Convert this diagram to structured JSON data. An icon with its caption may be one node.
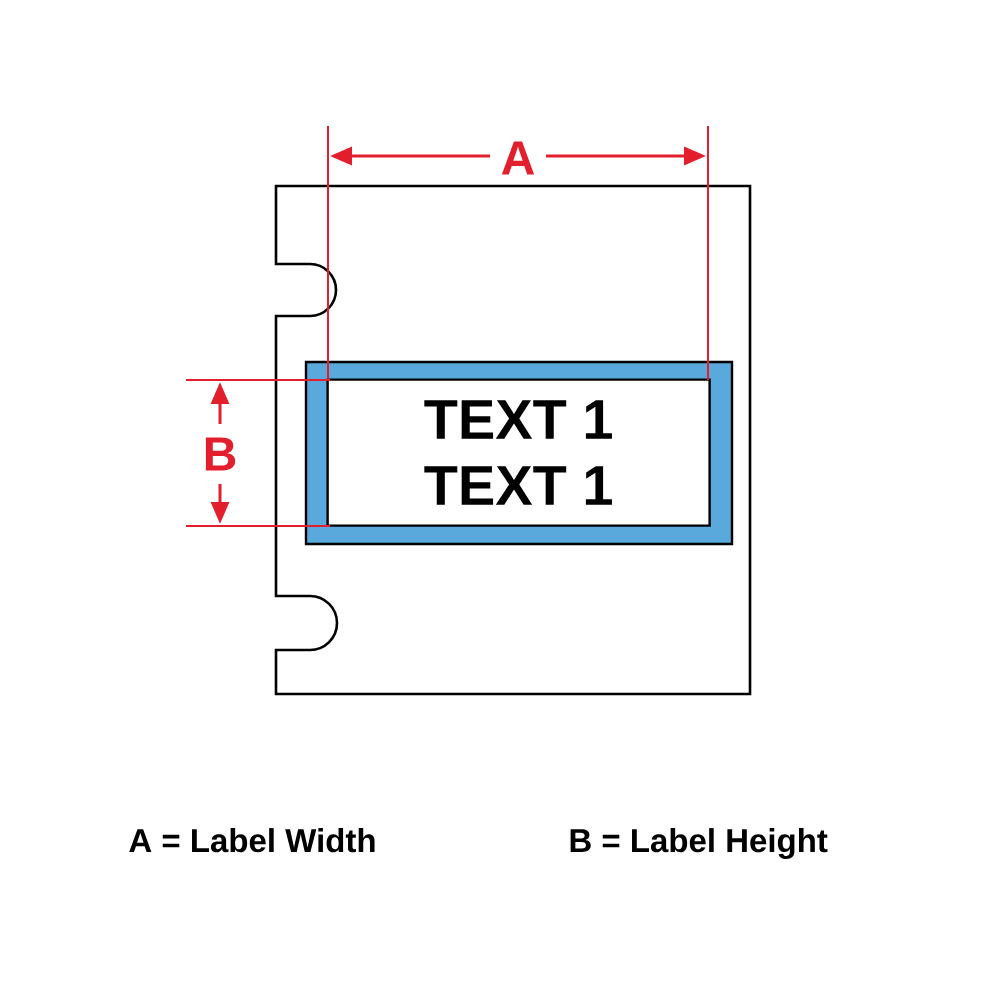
{
  "diagram": {
    "nodes": [
      {
        "text": [],
        "shape": "box"
      },
      {
        "text": [
          "TEXT 1",
          "TEXT 1"
        ],
        "in": 0
      }
    ],
    "edges": [],
    "labels": [
      "A",
      "B",
      "A = Label Width",
      "B = Label Height"
    ]
  }
}
